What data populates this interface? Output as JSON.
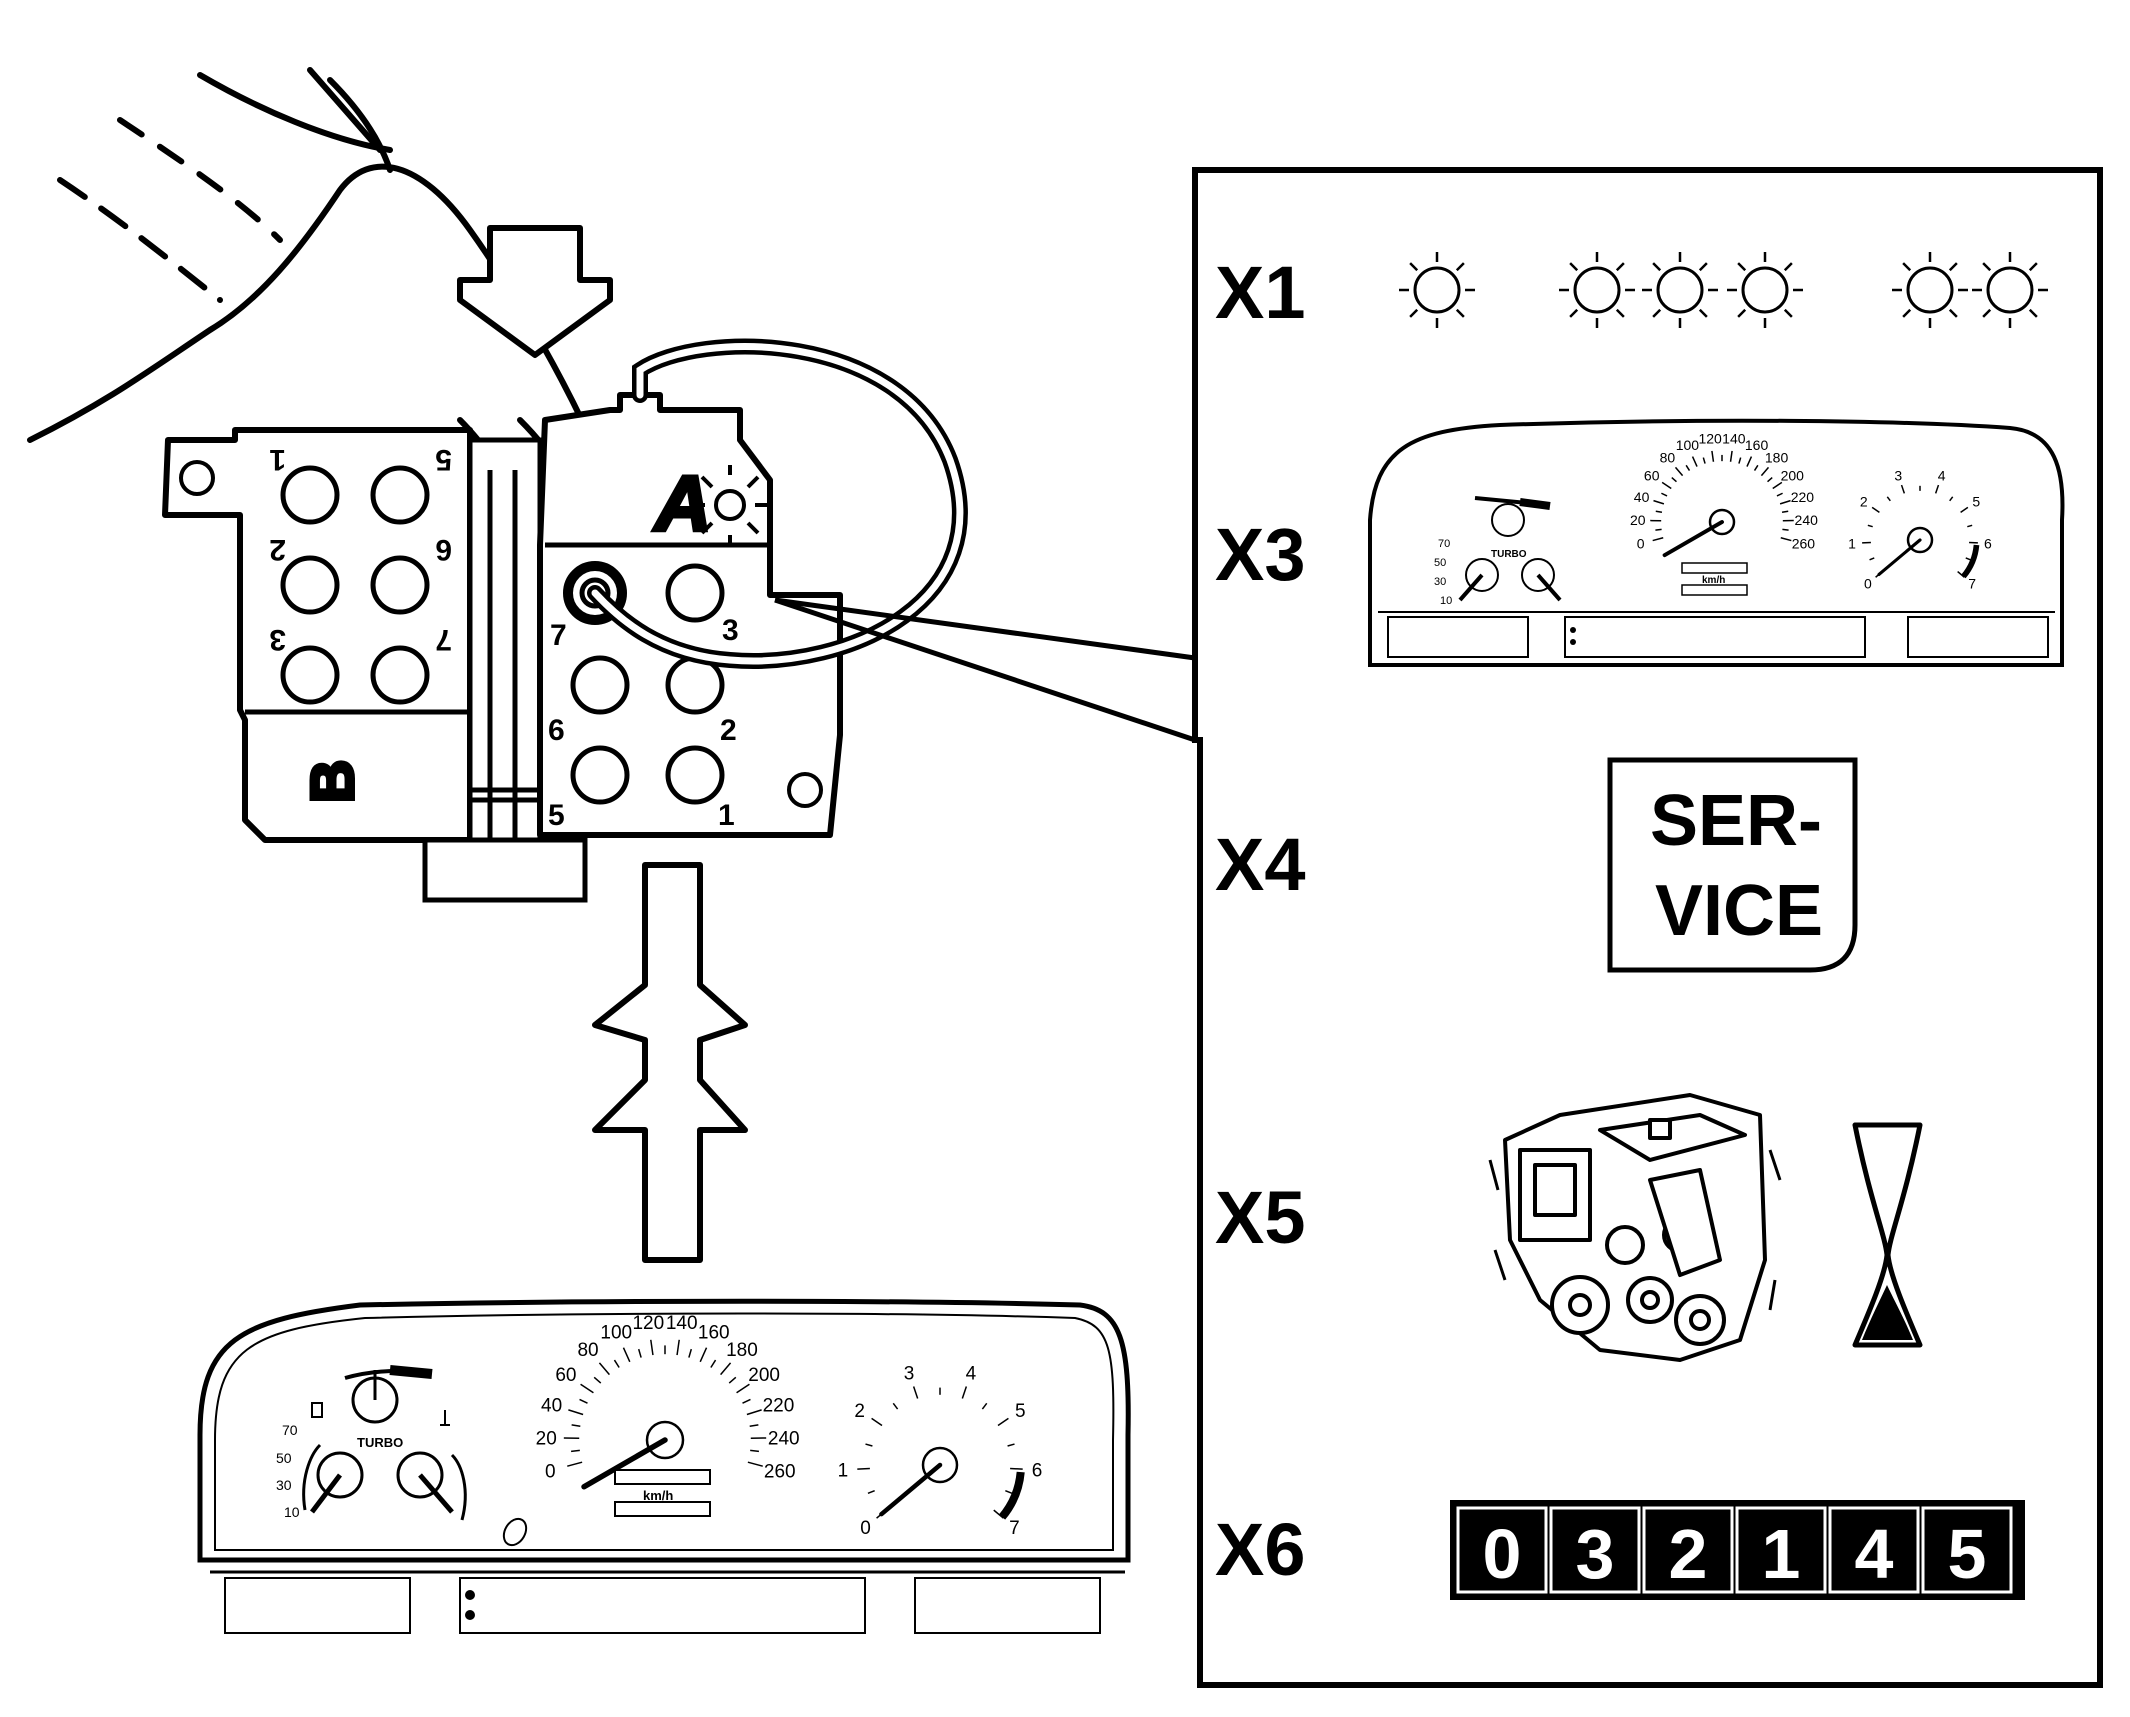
{
  "connector_b": {
    "letter": "B",
    "pins": [
      "1",
      "2",
      "3",
      "5",
      "6",
      "7"
    ]
  },
  "connector_a": {
    "letter": "A",
    "pins": [
      "3",
      "2",
      "1",
      "7",
      "6",
      "5"
    ]
  },
  "panel": {
    "rows": [
      {
        "label": "X1"
      },
      {
        "label": "X3"
      },
      {
        "label": "X4"
      },
      {
        "label": "X5"
      },
      {
        "label": "X6"
      }
    ],
    "service_text": [
      "SER-",
      "VICE"
    ],
    "odometer_digits": [
      "0",
      "3",
      "2",
      "1",
      "4",
      "5"
    ]
  },
  "cluster": {
    "fuel_ticks": [
      "70",
      "50",
      "30",
      "10"
    ],
    "turbo_label": "TURBO",
    "speed_ticks": [
      "0",
      "20",
      "40",
      "60",
      "80",
      "100",
      "120",
      "140",
      "160",
      "180",
      "200",
      "220",
      "240",
      "260"
    ],
    "speed_unit": "km/h",
    "rpm_ticks": [
      "0",
      "1",
      "2",
      "3",
      "4",
      "5",
      "6",
      "7"
    ]
  },
  "small_cluster": {
    "fuel_ticks": [
      "70",
      "50",
      "30",
      "10"
    ],
    "turbo_label": "TURBO",
    "speed_ticks": [
      "0",
      "20",
      "40",
      "60",
      "80",
      "100",
      "120",
      "140",
      "160",
      "180",
      "200",
      "220",
      "240",
      "260"
    ],
    "speed_unit": "km/h",
    "rpm_ticks": [
      "0",
      "1",
      "2",
      "3",
      "4",
      "5",
      "6",
      "7"
    ]
  },
  "icons": {
    "warning_lamp": "sun-lamp-icon",
    "engine": "engine-icon",
    "hourglass": "hourglass-icon",
    "finger": "hand-icon"
  }
}
